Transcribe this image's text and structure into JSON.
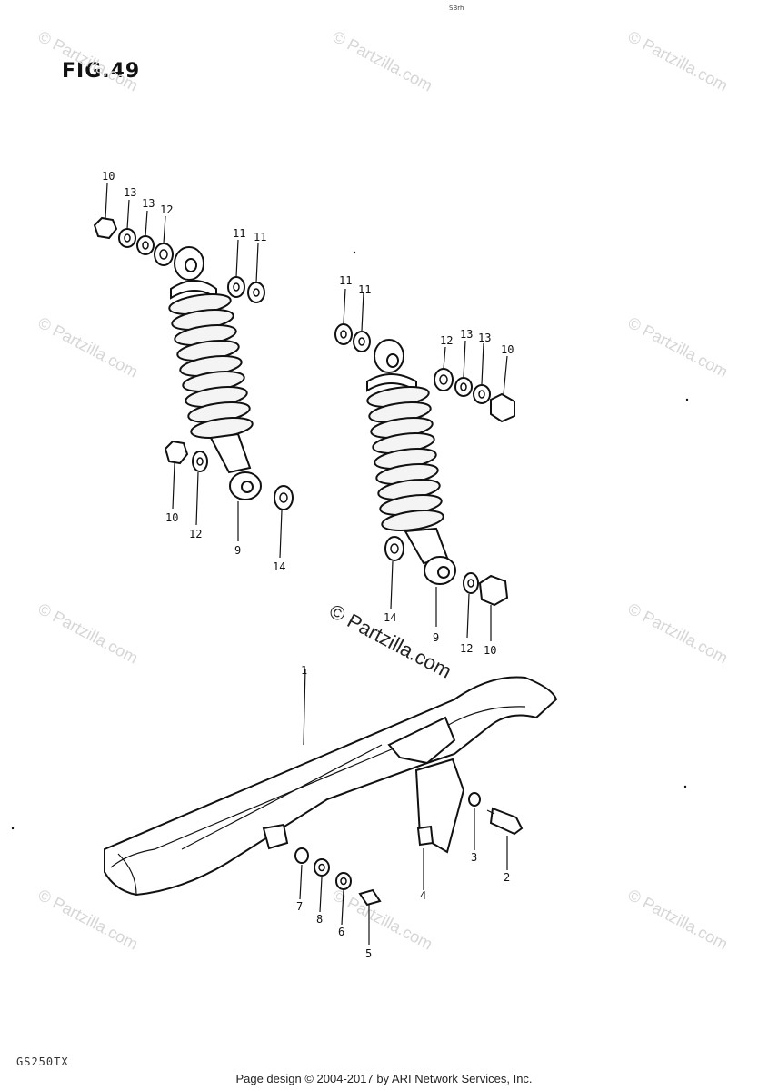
{
  "figure": {
    "title": "FIG.49",
    "top_mark": "SBrh",
    "model": "GS250TX"
  },
  "watermarks": {
    "text": "© Partzilla.com",
    "center": "© Partzilla.com"
  },
  "footer": {
    "text": "Page design © 2004-2017 by ARI Network Services, Inc."
  },
  "callouts": {
    "left_shock": [
      "10",
      "13",
      "13",
      "12",
      "11",
      "11",
      "10",
      "12",
      "9",
      "14"
    ],
    "right_shock": [
      "11",
      "11",
      "12",
      "13",
      "13",
      "10",
      "14",
      "9",
      "12",
      "10"
    ],
    "chain_case": [
      "1",
      "2",
      "3",
      "4",
      "5",
      "6",
      "7",
      "8"
    ]
  }
}
